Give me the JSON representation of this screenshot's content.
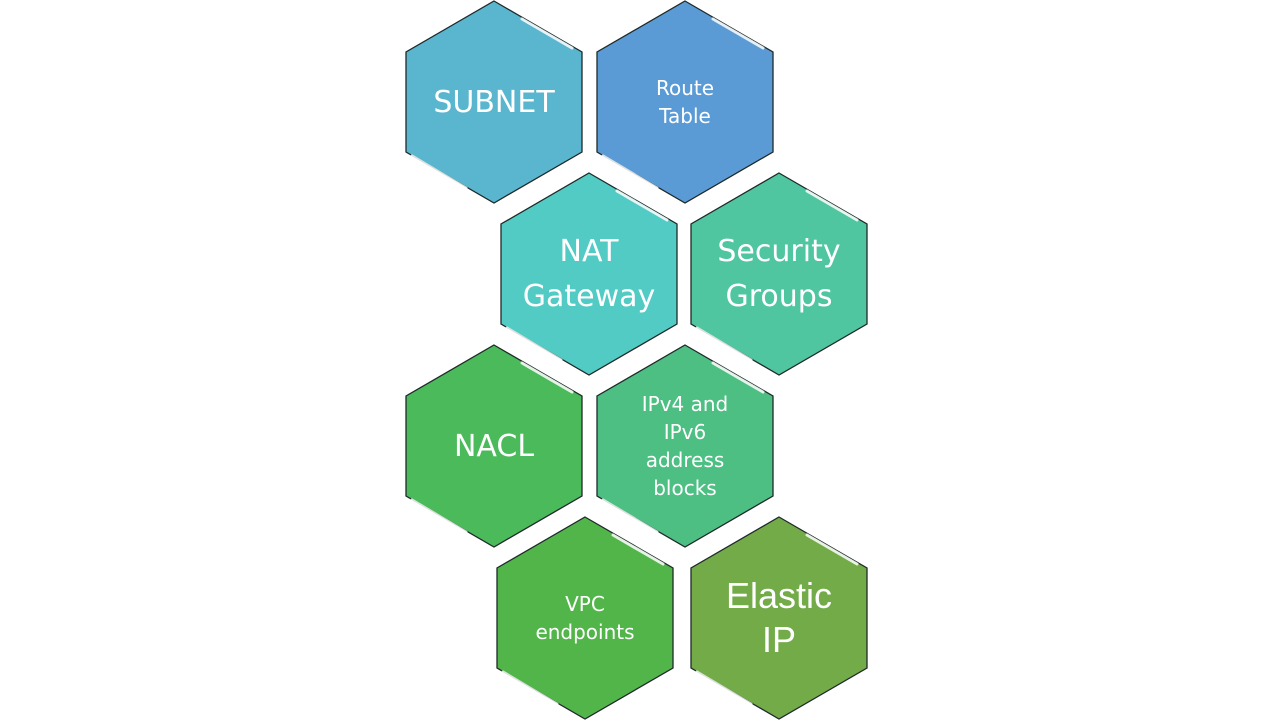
{
  "hexagons": [
    {
      "id": "subnet",
      "label": "SUBNET",
      "color": "#5ab6cf"
    },
    {
      "id": "route-table",
      "label": "Route\nTable",
      "color": "#5b9bd5"
    },
    {
      "id": "nat-gateway",
      "label": "NAT\nGateway",
      "color": "#52cbc4"
    },
    {
      "id": "security-groups",
      "label": "Security\nGroups",
      "color": "#4fc5a0"
    },
    {
      "id": "nacl",
      "label": "NACL",
      "color": "#4aba5a"
    },
    {
      "id": "ipv4-ipv6",
      "label": "IPv4 and\nIPv6\naddress\nblocks",
      "color": "#4dbf83"
    },
    {
      "id": "vpc-endpoints",
      "label": "VPC\nendpoints",
      "color": "#52b54a"
    },
    {
      "id": "elastic-ip",
      "label": "Elastic IP",
      "color": "#72ab48"
    }
  ]
}
